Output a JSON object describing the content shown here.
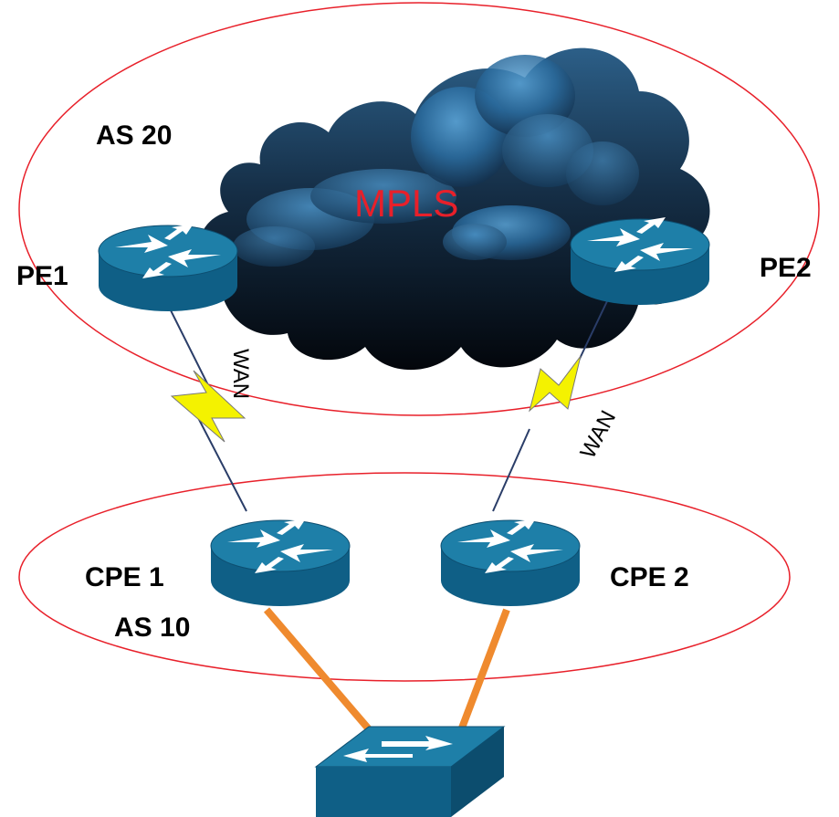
{
  "labels": {
    "as20": "AS 20",
    "as10": "AS 10",
    "mpls": "MPLS",
    "pe1": "PE1",
    "pe2": "PE2",
    "cpe1": "CPE 1",
    "cpe2": "CPE 2",
    "wan_left": "WAN",
    "wan_right": "WAN"
  },
  "colors": {
    "as_boundary": "#e8202a",
    "mpls_text": "#e8202a",
    "router_top": "#1e7fa8",
    "router_side": "#0f5f86",
    "cloud_dark": "#0a1420",
    "cloud_light": "#3f8fc4",
    "ethernet_link": "#ef8a2e",
    "wan_bolt": "#f4f200"
  },
  "icons": [
    "router-icon",
    "switch-icon",
    "cloud-icon",
    "lightning-wan-icon"
  ]
}
